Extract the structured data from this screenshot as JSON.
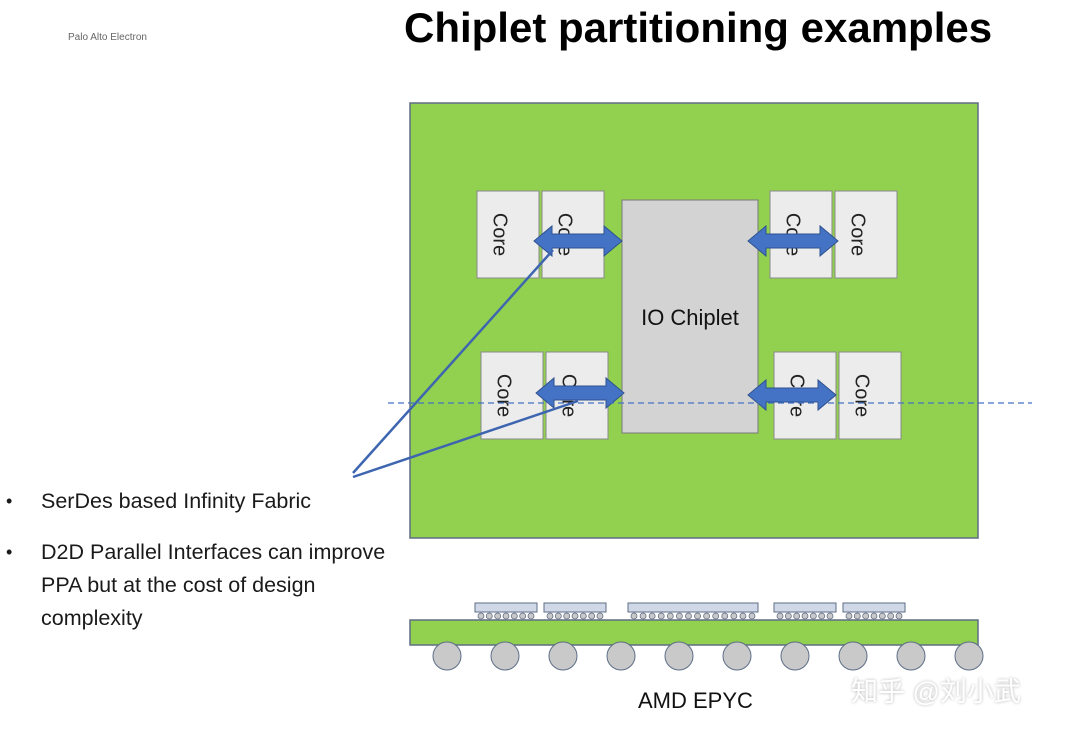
{
  "brand": "Palo Alto Electron",
  "title": "Chiplet partitioning examples",
  "bullets": [
    {
      "marker": "•",
      "text": "SerDes based Infinity Fabric"
    },
    {
      "marker": "•",
      "text": "D2D Parallel Interfaces can improve PPA but at the cost of design complexity"
    }
  ],
  "diagram": {
    "io_label": "IO Chiplet",
    "core_label": "Core",
    "caption": "AMD EPYC"
  },
  "colors": {
    "substrate": "#92d050",
    "substrate_border": "#5e6e86",
    "chiplet_fill": "#d3d3d3",
    "core_fill": "#ececec",
    "arrow": "#4472c4",
    "bump": "#c9c9c9"
  },
  "watermark": "知乎 @刘小武"
}
